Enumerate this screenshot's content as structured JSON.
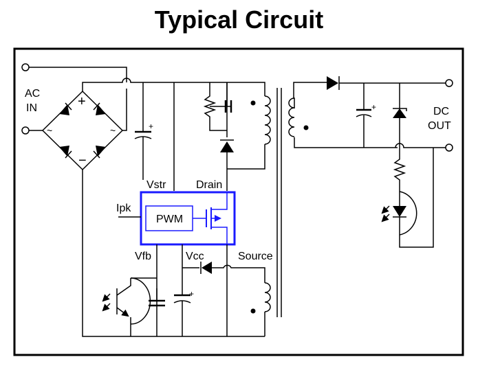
{
  "title": "Typical Circuit",
  "labels": {
    "ac_in_1": "AC",
    "ac_in_2": "IN",
    "dc_out_1": "DC",
    "dc_out_2": "OUT",
    "vstr": "Vstr",
    "drain": "Drain",
    "ipk": "Ipk",
    "pwm": "PWM",
    "vfb": "Vfb",
    "vcc": "Vcc",
    "source": "Source"
  },
  "colors": {
    "ic_outline": "#1a1aff",
    "wires": "#000000"
  }
}
